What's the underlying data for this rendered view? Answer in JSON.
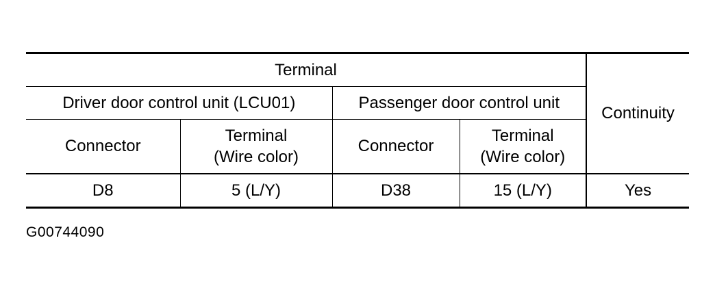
{
  "table": {
    "header": "Terminal",
    "continuity_header": "Continuity",
    "units": [
      "Driver door control unit (LCU01)",
      "Passenger door control unit"
    ],
    "sub_headers": {
      "connector": "Connector",
      "terminal_line1": "Terminal",
      "terminal_line2": "(Wire color)"
    },
    "rows": [
      {
        "driver_connector": "D8",
        "driver_terminal": "5 (L/Y)",
        "passenger_connector": "D38",
        "passenger_terminal": "15 (L/Y)",
        "continuity": "Yes"
      }
    ]
  },
  "figure_code": "G00744090"
}
